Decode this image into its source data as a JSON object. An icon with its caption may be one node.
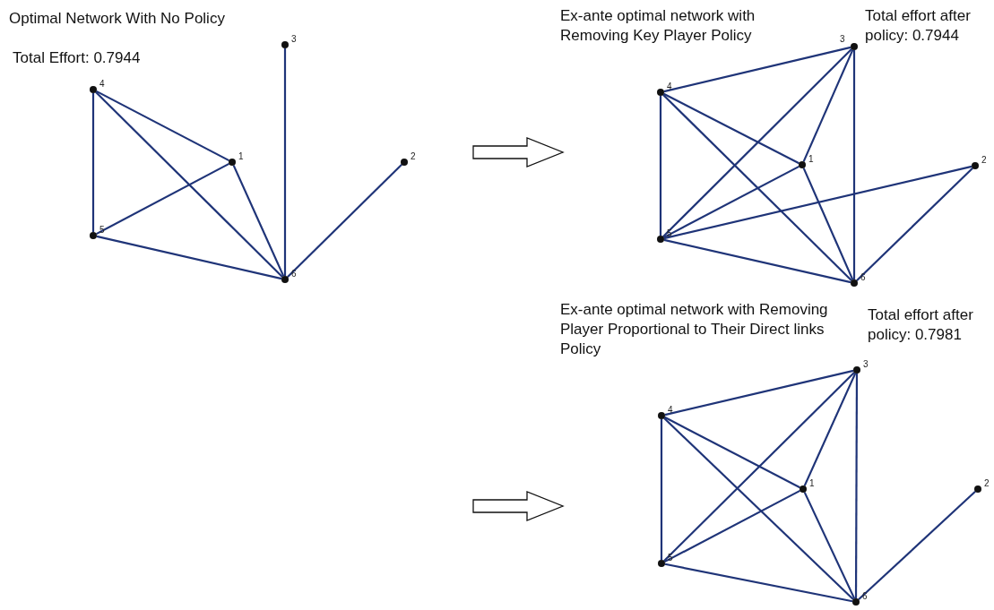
{
  "diagram": {
    "nodes": [
      {
        "text": [
          "3"
        ]
      },
      {
        "text": [
          "4"
        ]
      },
      {
        "text": [
          "1"
        ]
      },
      {
        "text": [
          "2"
        ]
      },
      {
        "text": [
          "5"
        ]
      },
      {
        "text": [
          "6"
        ]
      },
      {
        "text": [
          "3"
        ]
      },
      {
        "text": [
          "4"
        ]
      },
      {
        "text": [
          "1"
        ]
      },
      {
        "text": [
          "2"
        ]
      },
      {
        "text": [
          "5"
        ]
      },
      {
        "text": [
          "6"
        ]
      },
      {
        "text": [
          "3"
        ]
      },
      {
        "text": [
          "4"
        ]
      },
      {
        "text": [
          "1"
        ]
      },
      {
        "text": [
          "2"
        ]
      },
      {
        "text": [
          "5"
        ]
      },
      {
        "text": [
          "6"
        ]
      }
    ],
    "edges": [
      {
        "from": 1,
        "to": 2,
        "arrow": "none"
      },
      {
        "from": 1,
        "to": 5,
        "arrow": "none"
      },
      {
        "from": 1,
        "to": 4,
        "arrow": "none"
      },
      {
        "from": 2,
        "to": 4,
        "arrow": "none"
      },
      {
        "from": 2,
        "to": 5,
        "arrow": "none"
      },
      {
        "from": 4,
        "to": 5,
        "arrow": "none"
      },
      {
        "from": 0,
        "to": 5,
        "arrow": "none"
      },
      {
        "from": 3,
        "to": 5,
        "arrow": "none"
      },
      {
        "from": 7,
        "to": 6,
        "arrow": "none"
      },
      {
        "from": 7,
        "to": 10,
        "arrow": "none"
      },
      {
        "from": 7,
        "to": 8,
        "arrow": "none"
      },
      {
        "from": 7,
        "to": 11,
        "arrow": "none"
      },
      {
        "from": 6,
        "to": 10,
        "arrow": "none"
      },
      {
        "from": 6,
        "to": 8,
        "arrow": "none"
      },
      {
        "from": 6,
        "to": 11,
        "arrow": "none"
      },
      {
        "from": 8,
        "to": 10,
        "arrow": "none"
      },
      {
        "from": 8,
        "to": 11,
        "arrow": "none"
      },
      {
        "from": 10,
        "to": 9,
        "arrow": "none"
      },
      {
        "from": 10,
        "to": 11,
        "arrow": "none"
      },
      {
        "from": 11,
        "to": 9,
        "arrow": "none"
      },
      {
        "from": 13,
        "to": 12,
        "arrow": "none"
      },
      {
        "from": 13,
        "to": 16,
        "arrow": "none"
      },
      {
        "from": 13,
        "to": 14,
        "arrow": "none"
      },
      {
        "from": 13,
        "to": 17,
        "arrow": "none"
      },
      {
        "from": 12,
        "to": 16,
        "arrow": "none"
      },
      {
        "from": 12,
        "to": 14,
        "arrow": "none"
      },
      {
        "from": 12,
        "to": 17,
        "arrow": "none"
      },
      {
        "from": 14,
        "to": 16,
        "arrow": "none"
      },
      {
        "from": 14,
        "to": 17,
        "arrow": "none"
      },
      {
        "from": 16,
        "to": 17,
        "arrow": "none"
      },
      {
        "from": 17,
        "to": 15,
        "arrow": "none"
      }
    ],
    "labels": [
      "Optimal Network With No Policy",
      "Total Effort: 0.7944",
      "Ex-ante optimal network with Removing Key Player Policy",
      "Total effort after policy: 0.7944",
      "Ex-ante optimal network with Removing Player Proportional to Their Direct links Policy",
      "Total effort after policy: 0.7981"
    ]
  }
}
